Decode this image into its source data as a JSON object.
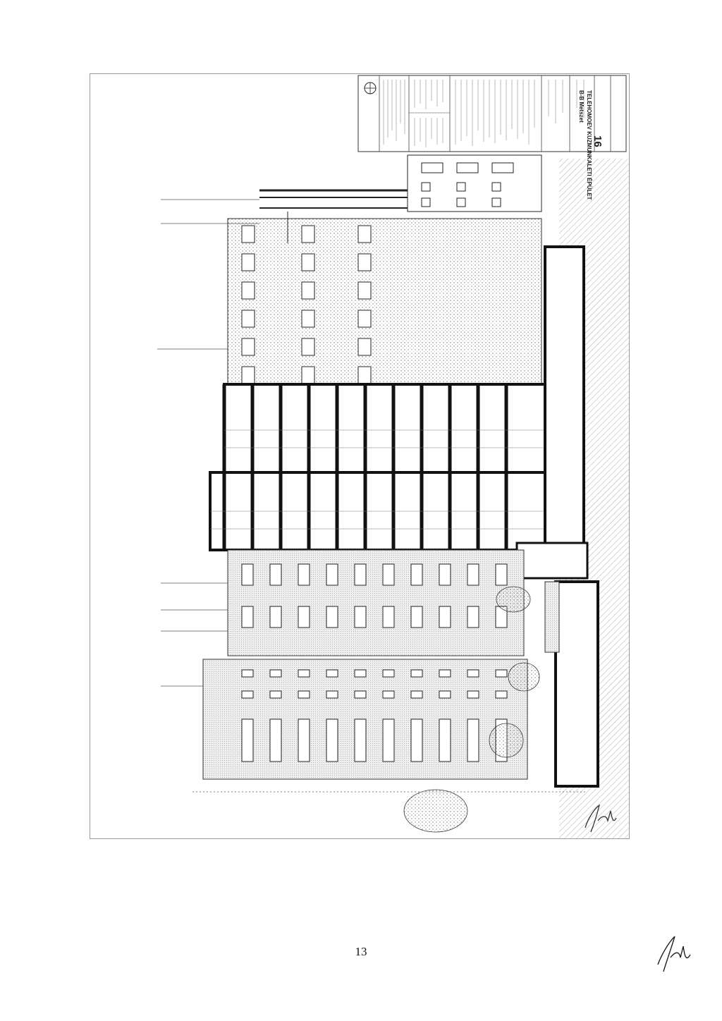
{
  "page": {
    "page_number": "13"
  },
  "title_block": {
    "sheet_number": "16",
    "drawing_title": "TELEHOMOEV KUZMUNKALETI ÉPÜLET",
    "drawing_subtitle": "B-B Metszet"
  },
  "colors": {
    "ink": "#1a1a1a",
    "hatch": "#6e6e6e",
    "frame": "#9a9a9a"
  },
  "icons": {
    "signature": "handwritten-signature",
    "north_arrow": "compass-icon"
  }
}
